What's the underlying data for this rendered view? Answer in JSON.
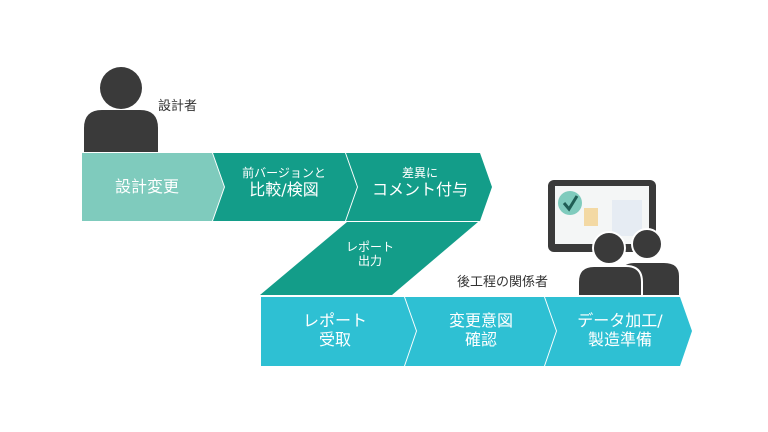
{
  "designer": {
    "label": "設計者"
  },
  "downstream": {
    "label": "後工程の関係者"
  },
  "top_flow": [
    {
      "main": "設計変更"
    },
    {
      "sub": "前バージョンと",
      "main": "比較/検図"
    },
    {
      "sub": "差異に",
      "main": "コメント付与"
    }
  ],
  "connector": {
    "line1": "レポート",
    "line2": "出力"
  },
  "bottom_flow": [
    {
      "line1": "レポート",
      "line2": "受取"
    },
    {
      "line1": "変更意図",
      "line2": "確認"
    },
    {
      "line1": "データ加工/",
      "line2": "製造準備"
    }
  ],
  "colors": {
    "light_teal": "#7fcbbd",
    "dark_teal": "#139d89",
    "cyan": "#2ec0d3",
    "person": "#3a3a3a"
  }
}
